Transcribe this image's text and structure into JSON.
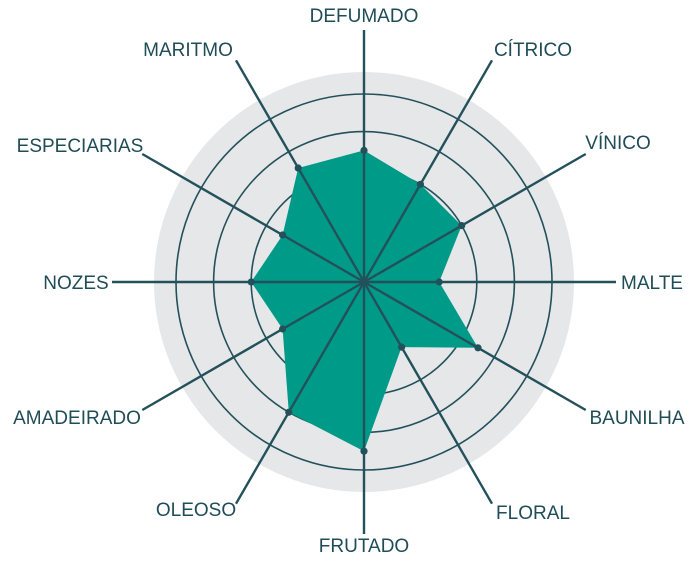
{
  "chart_data": {
    "type": "radar",
    "title": "",
    "categories": [
      "DEFUMADO",
      "CÍTRICO",
      "VÍNICO",
      "MALTE",
      "BAUNILHA",
      "FLORAL",
      "FRUTADO",
      "OLEOSO",
      "AMADEIRADO",
      "NOZES",
      "ESPECIARIAS",
      "MARITMO"
    ],
    "values": [
      3.5,
      3,
      3,
      2,
      3.5,
      2,
      4.5,
      4,
      2.5,
      3,
      2.5,
      3.5
    ],
    "rmax": 5,
    "rings": 5,
    "grid": true,
    "colors": {
      "fill": "#009a88",
      "line": "#23515b",
      "background": "#e6e7e9",
      "label": "#1f4c56"
    }
  }
}
